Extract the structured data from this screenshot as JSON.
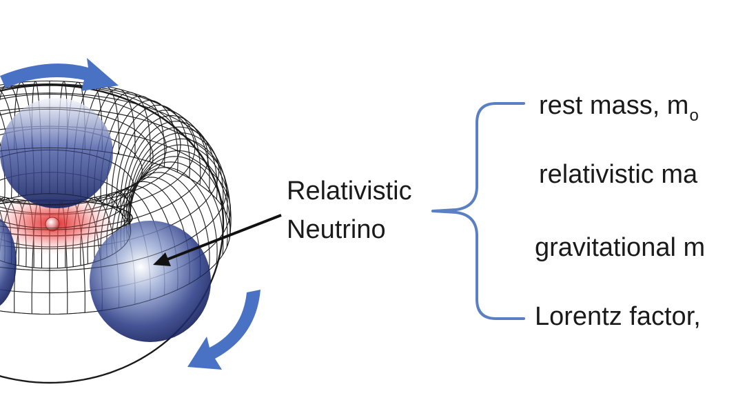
{
  "callout": {
    "line1": "Relativistic",
    "line2": "Neutrino"
  },
  "properties": [
    {
      "text": "rest mass, m",
      "sub": "o"
    },
    {
      "text": "relativistic  ma",
      "sub": ""
    },
    {
      "text": "gravitational m",
      "sub": ""
    },
    {
      "text": "Lorentz factor, ",
      "sub": ""
    }
  ],
  "colors": {
    "rotation_arrow": "#4a72c4",
    "brace": "#5b7fc4",
    "torus_mesh": "#1a1a1a",
    "sphere": "#1e2f78",
    "core_glow": "#e23a3a"
  },
  "icons": {
    "rotation": "curved-arrow-icon",
    "brace": "curly-brace-icon",
    "pointer": "pointer-arrow-icon"
  }
}
